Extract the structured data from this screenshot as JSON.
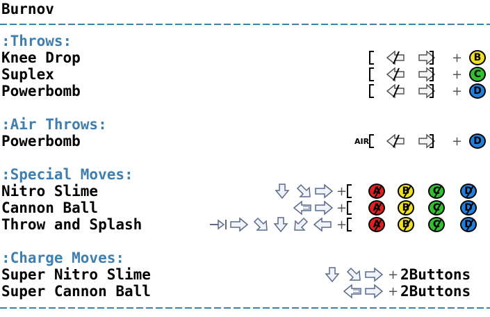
{
  "character": "Burnov",
  "sections": [
    {
      "header": ":Throws:",
      "moves": [
        "Knee Drop",
        "Suplex",
        "Powerbomb"
      ]
    },
    {
      "header": ":Air Throws:",
      "moves": [
        "Powerbomb"
      ]
    },
    {
      "header": ":Special Moves:",
      "moves": [
        "Nitro Slime",
        "Cannon Ball",
        "Throw and Splash"
      ]
    },
    {
      "header": ":Charge Moves:",
      "moves": [
        "Super Nitro Slime",
        "Super Cannon Ball"
      ]
    }
  ],
  "labels": {
    "air": "AIR",
    "two_buttons": "2Buttons",
    "btn_a": "A",
    "btn_b": "B",
    "btn_c": "C",
    "btn_d": "D"
  },
  "colors": {
    "header": "#3f7fb0",
    "button_a": "#e02020",
    "button_b": "#f0e020",
    "button_c": "#30c030",
    "button_d": "#2080e0"
  }
}
